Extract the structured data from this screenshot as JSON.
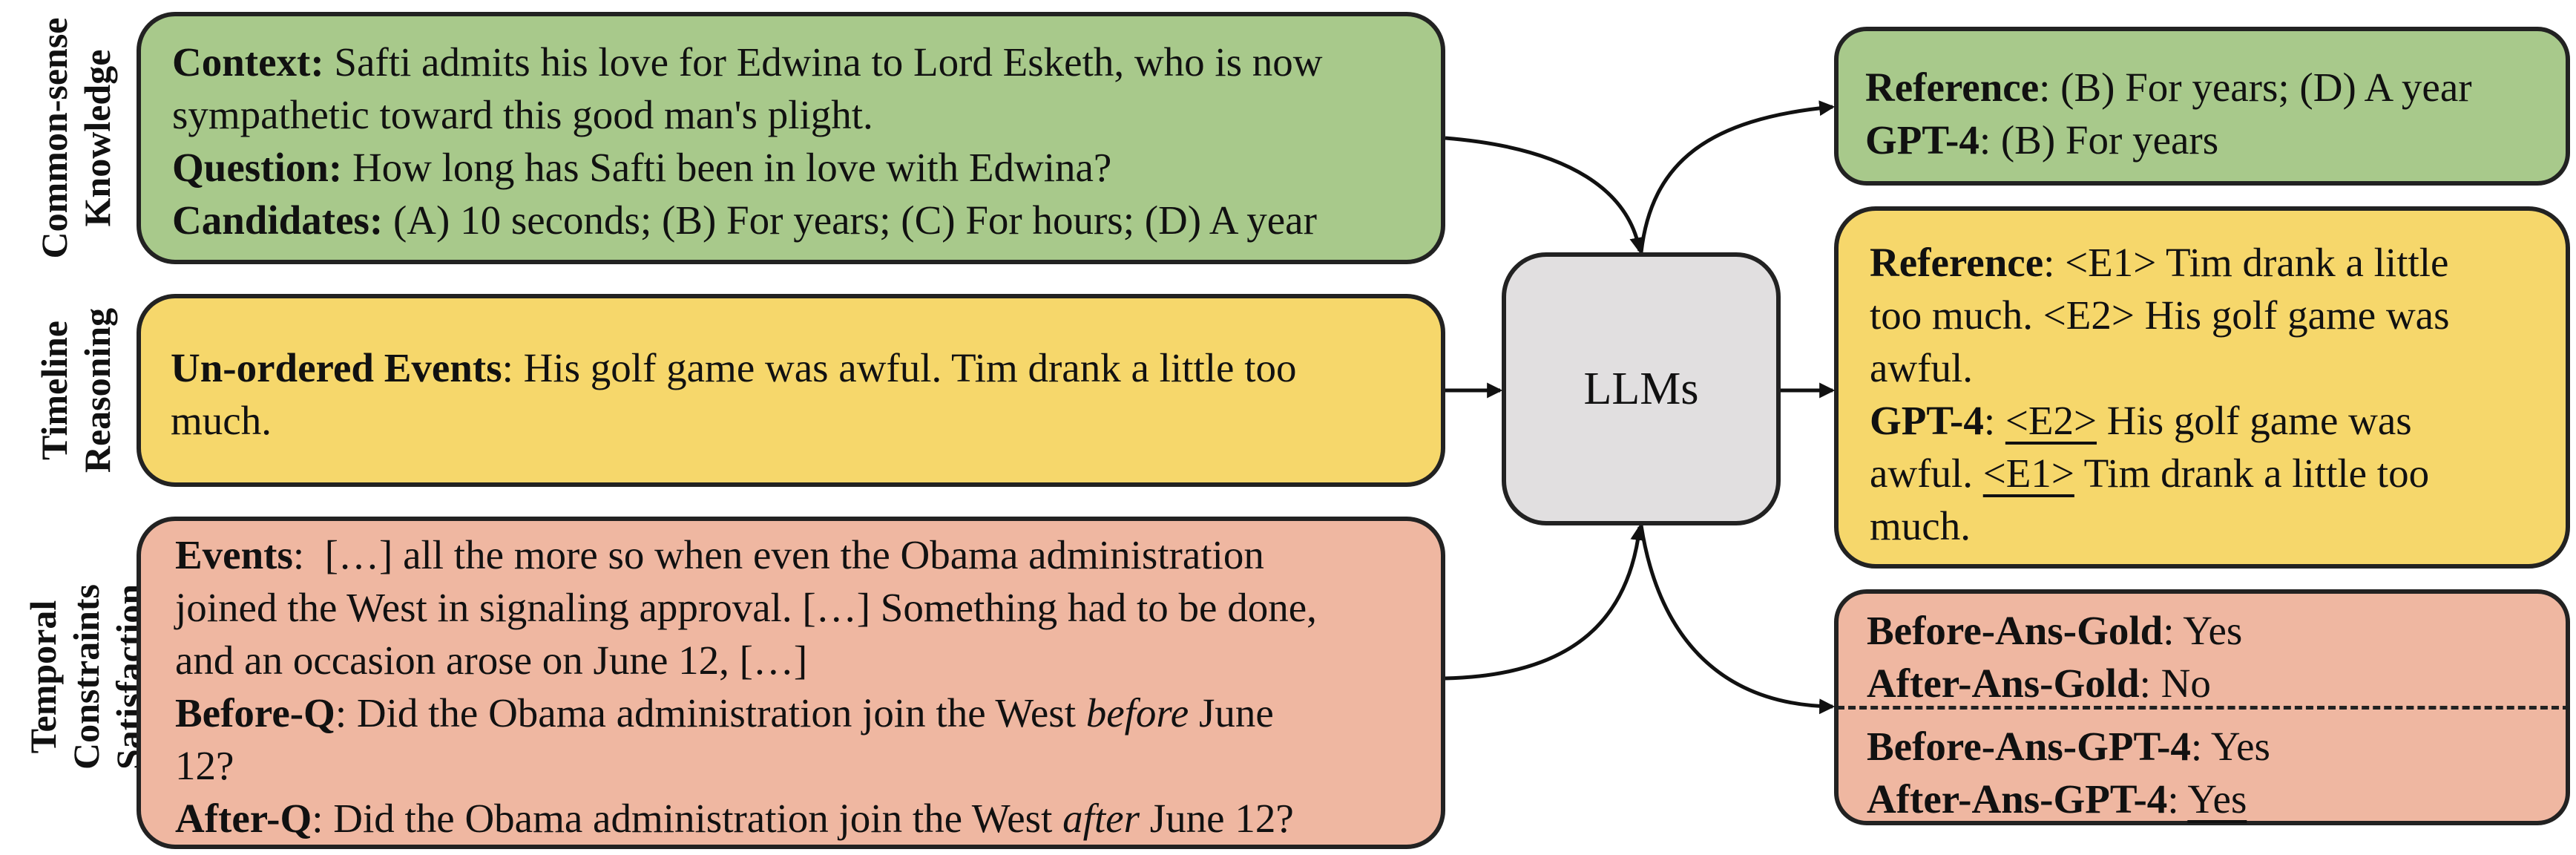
{
  "labels": {
    "commonsense": [
      "Common-sense",
      "Knowledge"
    ],
    "timeline": [
      "Timeline",
      "Reasoning"
    ],
    "temporal": [
      "Temporal",
      "Constraints",
      "Satisfaction"
    ]
  },
  "commonsense_box": {
    "context_label": "Context:",
    "context_line1": "Safti admits his love for Edwina to Lord Esketh, who is now",
    "context_line2": "sympathetic toward this good man's plight.",
    "question_label": "Question:",
    "question_text": "How long has Safti been in love with Edwina?",
    "candidates_label": "Candidates:",
    "candidates_text": "(A) 10 seconds; (B) For years; (C) For hours; (D) A year"
  },
  "timeline_box": {
    "events_label": "Un-ordered Events",
    "events_line1": ": His golf game was awful. Tim drank a little too",
    "events_line2": "much."
  },
  "temporal_box": {
    "events_label": "Events",
    "events_line1": ":  […] all the more so when even the Obama administration",
    "events_line2": "joined the West in signaling approval. […] Something had to be done,",
    "events_line3": "and an occasion arose on June 12, […]",
    "before_label": "Before-Q",
    "before_pre": ": Did the Obama administration join the West ",
    "before_em": "before",
    "before_post": " June",
    "before_line2": "12?",
    "after_label": "After-Q",
    "after_pre": ": Did the Obama administration join the West ",
    "after_em": "after",
    "after_post": " June 12?"
  },
  "llm_box": {
    "label": "LLMs"
  },
  "commonsense_answer": {
    "reference_label": "Reference",
    "reference_text": ": (B) For years; (D) A year",
    "gpt4_label": "GPT-4",
    "gpt4_text": ": (B) For years"
  },
  "timeline_answer": {
    "reference_label": "Reference",
    "reference_line1": ": <E1> Tim drank a little",
    "reference_line2": "too much. <E2> His golf game was",
    "reference_line3": "awful.",
    "gpt4_label": "GPT-4",
    "gpt4_sep": ": ",
    "gpt4_tag1": "<E2>",
    "gpt4_line1_rest": " His golf game was",
    "gpt4_line2_pre": "awful. ",
    "gpt4_tag2": "<E1>",
    "gpt4_line2_rest": " Tim drank a little too",
    "gpt4_line3": "much."
  },
  "temporal_answer": {
    "before_gold_label": "Before-Ans-Gold",
    "before_gold_value": ": Yes",
    "after_gold_label": "After-Ans-Gold",
    "after_gold_value": ": No",
    "before_gpt_label": "Before-Ans-GPT-4",
    "before_gpt_value": ": Yes",
    "after_gpt_label": "After-Ans-GPT-4",
    "after_gpt_sep": ": ",
    "after_gpt_value": "Yes"
  }
}
